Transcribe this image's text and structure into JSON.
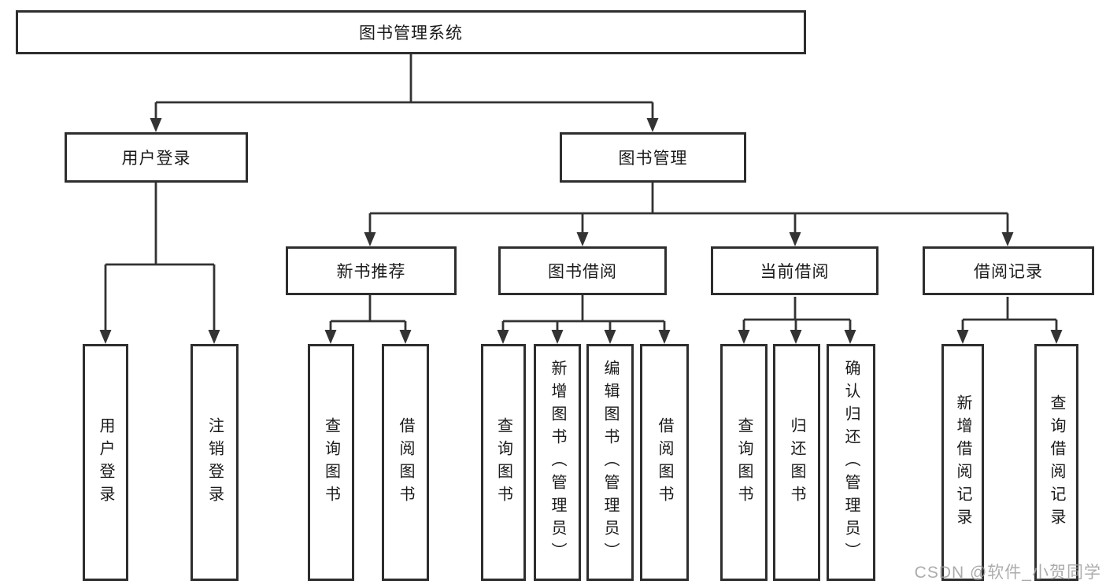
{
  "diagram": {
    "root": {
      "label": "图书管理系统"
    },
    "branches": [
      {
        "label": "用户登录",
        "children": [
          {
            "label": "用户登录"
          },
          {
            "label": "注销登录"
          }
        ]
      },
      {
        "label": "图书管理",
        "children": [
          {
            "label": "新书推荐",
            "children": [
              {
                "label": "查询图书"
              },
              {
                "label": "借阅图书"
              }
            ]
          },
          {
            "label": "图书借阅",
            "children": [
              {
                "label": "查询图书"
              },
              {
                "label": "新增图书（管理员）"
              },
              {
                "label": "编辑图书（管理员）"
              },
              {
                "label": "借阅图书"
              }
            ]
          },
          {
            "label": "当前借阅",
            "children": [
              {
                "label": "查询图书"
              },
              {
                "label": "归还图书"
              },
              {
                "label": "确认归还（管理员）"
              }
            ]
          },
          {
            "label": "借阅记录",
            "children": [
              {
                "label": "新增借阅记录"
              },
              {
                "label": "查询借阅记录"
              }
            ]
          }
        ]
      }
    ]
  },
  "watermark": {
    "text": "CSDN @软件_小贺同学"
  },
  "colors": {
    "line": "#333333",
    "box_border": "#2e2e2e",
    "text": "#1a1a1a",
    "watermark": "#9e9e9e",
    "background": "#ffffff"
  }
}
